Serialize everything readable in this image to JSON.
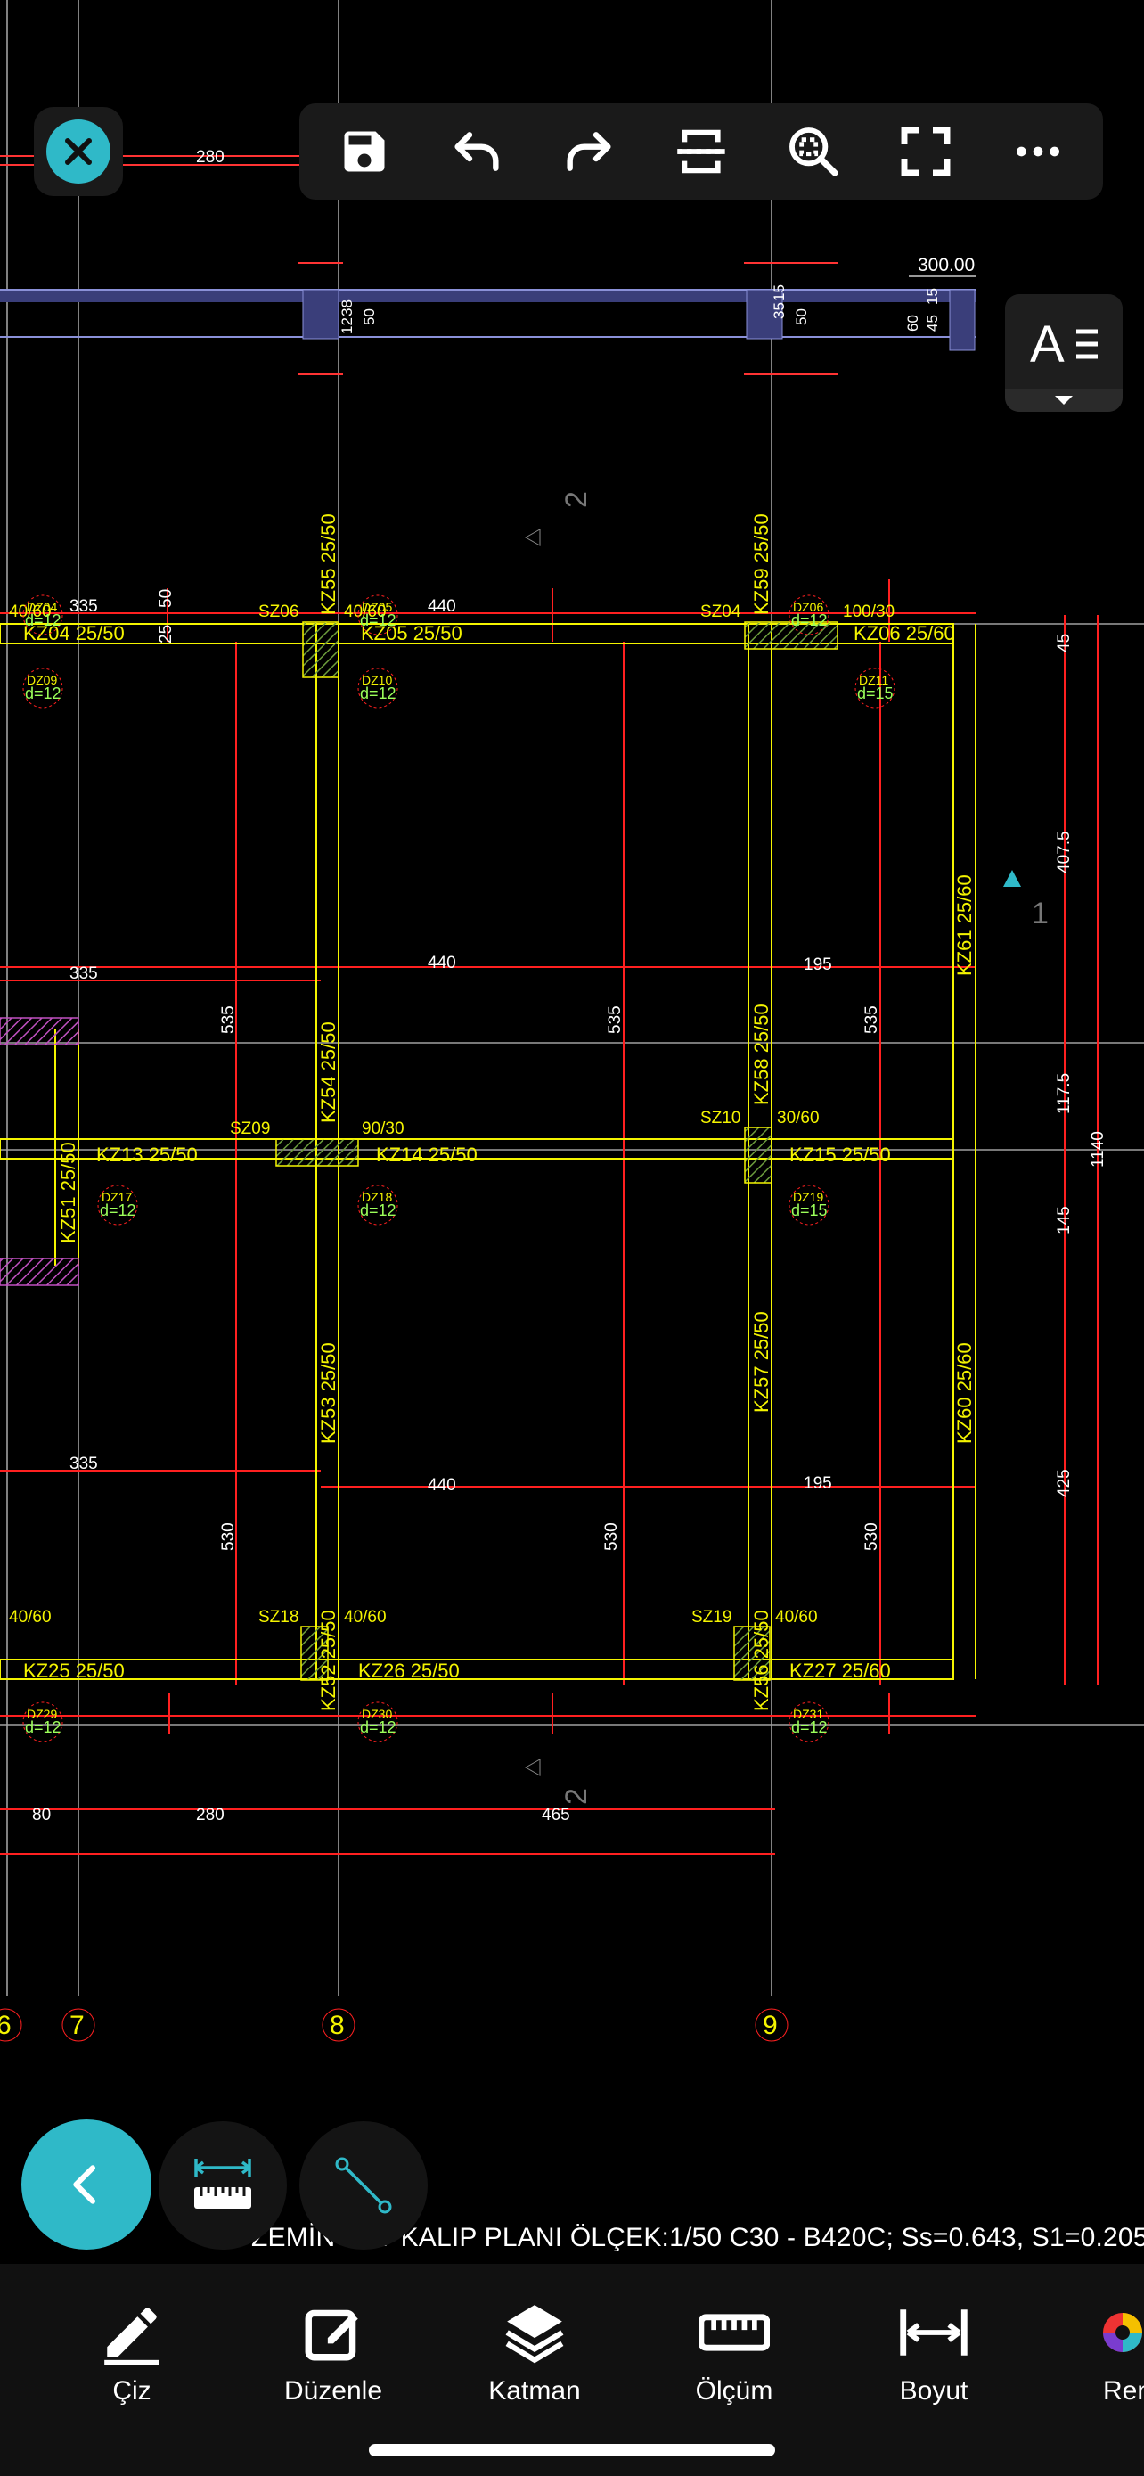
{
  "toolbar": {
    "items": [
      "close-icon",
      "save-icon",
      "undo-icon",
      "redo-icon",
      "section-icon",
      "zoom-extents-icon",
      "fullscreen-icon",
      "more-icon"
    ]
  },
  "drawing": {
    "caption": "ZEMİN KAT KALIP PLANI ÖLÇEK:1/50 C30 - B420C;     Ss=0.643,  S1=0.205",
    "grid_labels": [
      "6",
      "7",
      "8",
      "9"
    ],
    "section_labels": [
      "2",
      "1",
      "2"
    ],
    "level": "300.00",
    "beams": [
      {
        "id": "KZ04",
        "t": "KZ04   25/50"
      },
      {
        "id": "KZ05",
        "t": "KZ05   25/50"
      },
      {
        "id": "KZ06",
        "t": "KZ06 25/60"
      },
      {
        "id": "KZ13",
        "t": "KZ13   25/50"
      },
      {
        "id": "KZ14",
        "t": "KZ14   25/50"
      },
      {
        "id": "KZ15",
        "t": "KZ15 25/50"
      },
      {
        "id": "KZ25",
        "t": "KZ25   25/50"
      },
      {
        "id": "KZ26",
        "t": "KZ26   25/50"
      },
      {
        "id": "KZ27",
        "t": "KZ27   25/60"
      }
    ],
    "vbeams": [
      {
        "t": "KZ55 25/50"
      },
      {
        "t": "KZ59 25/50"
      },
      {
        "t": "KZ54 25/50"
      },
      {
        "t": "KZ58 25/50"
      },
      {
        "t": "KZ61 25/60"
      },
      {
        "t": "KZ51 25/50"
      },
      {
        "t": "KZ53 25/50"
      },
      {
        "t": "KZ57 25/50"
      },
      {
        "t": "KZ60 25/60"
      },
      {
        "t": "KZ52 25/50"
      },
      {
        "t": "KZ56 25/50"
      }
    ],
    "columns": [
      "SZ06",
      "SZ04",
      "SZ09",
      "SZ10",
      "SZ18",
      "SZ19"
    ],
    "col_dims": [
      "40/60",
      "40/60",
      "100/30",
      "90/30",
      "30/60",
      "40/60",
      "40/60",
      "40/60"
    ],
    "slabs": [
      {
        "id": "DZ09",
        "d": "d=12"
      },
      {
        "id": "DZ10",
        "d": "d=12"
      },
      {
        "id": "DZ11",
        "d": "d=15"
      },
      {
        "id": "DZ17",
        "d": "d=12"
      },
      {
        "id": "DZ18",
        "d": "d=12"
      },
      {
        "id": "DZ19",
        "d": "d=15"
      },
      {
        "id": "DZ29",
        "d": "d=12"
      },
      {
        "id": "DZ30",
        "d": "d=12"
      },
      {
        "id": "DZ31",
        "d": "d=12"
      },
      {
        "id": "DZ04",
        "d": "d=12"
      },
      {
        "id": "DZ05",
        "d": "d=12"
      },
      {
        "id": "DZ06",
        "d": "d=12"
      }
    ],
    "dims": [
      "280",
      "335",
      "440",
      "335",
      "440",
      "195",
      "335",
      "440",
      "195",
      "80",
      "280",
      "465",
      "535",
      "535",
      "535",
      "530",
      "530",
      "530",
      "45",
      "407.5",
      "117.5",
      "145",
      "425",
      "1140",
      "50",
      "25",
      "38",
      "12",
      "50",
      "35",
      "15",
      "50",
      "60",
      "45",
      "15"
    ]
  },
  "fabs": {
    "back": "chevron-left-icon",
    "ruler": "ruler-icon",
    "line": "line-tool-icon"
  },
  "bottom_nav": [
    {
      "label": "Çiz",
      "icon": "pencil-icon"
    },
    {
      "label": "Düzenle",
      "icon": "edit-icon"
    },
    {
      "label": "Katman",
      "icon": "layers-icon"
    },
    {
      "label": "Ölçüm",
      "icon": "measure-icon"
    },
    {
      "label": "Boyut",
      "icon": "dimension-icon"
    },
    {
      "label": "Ren",
      "icon": "color-wheel-icon"
    }
  ],
  "colors": {
    "accent": "#2fb9c8",
    "beam": "#f4f400",
    "red": "#ff1a1a",
    "white_line": "#cfcfcf",
    "slab_text": "#9cff5a",
    "bg": "#000000"
  }
}
